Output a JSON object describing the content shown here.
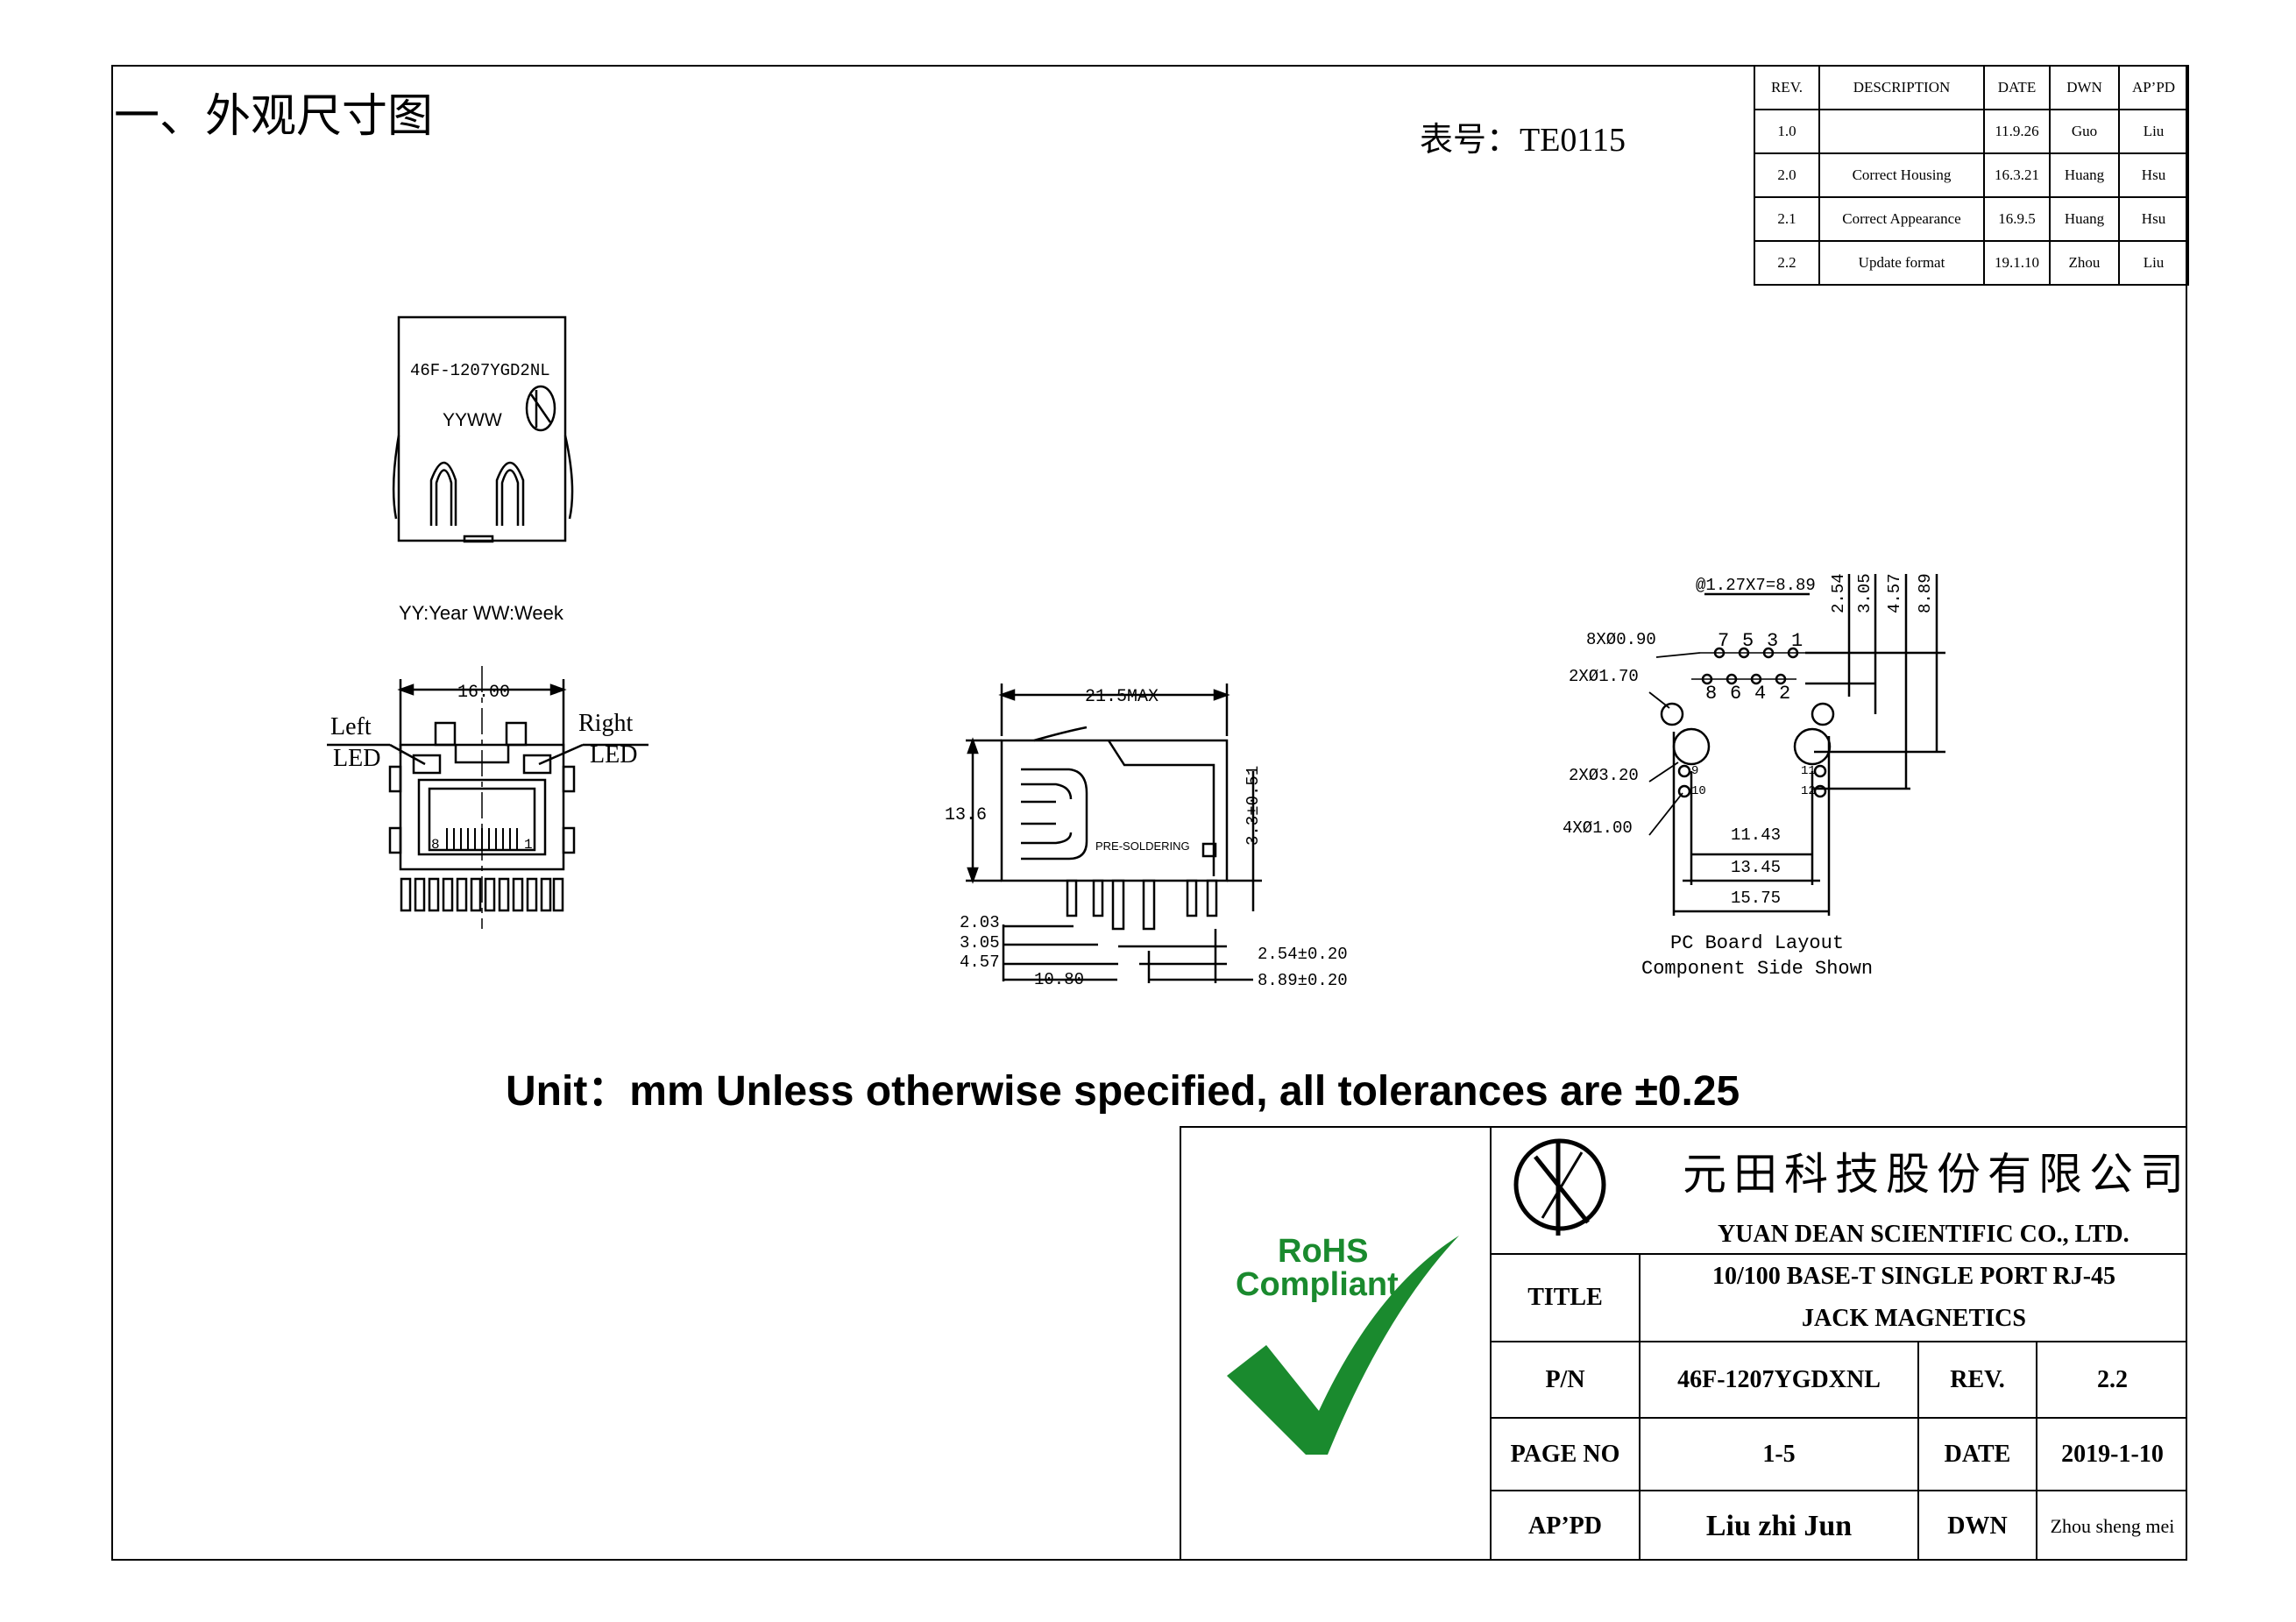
{
  "heading": "一、外观尺寸图",
  "form_no": "表号：TE0115",
  "revision_table": {
    "headers": [
      "REV.",
      "DESCRIPTION",
      "DATE",
      "DWN",
      "AP’PD"
    ],
    "rows": [
      [
        "1.0",
        "",
        "11.9.26",
        "Guo",
        "Liu"
      ],
      [
        "2.0",
        "Correct Housing",
        "16.3.21",
        "Huang",
        "Hsu"
      ],
      [
        "2.1",
        "Correct Appearance",
        "16.9.5",
        "Huang",
        "Hsu"
      ],
      [
        "2.2",
        "Update format",
        "19.1.10",
        "Zhou",
        "Liu"
      ]
    ]
  },
  "top_view": {
    "part_marking": "46F-1207YGD2NL",
    "date_code": "YYWW",
    "legend": "YY:Year WW:Week"
  },
  "front_view": {
    "width_dim": "16.00",
    "left_led": [
      "Left",
      "LED"
    ],
    "right_led": [
      "Right",
      "LED"
    ],
    "pin_first": "8",
    "pin_last": "1"
  },
  "side_view": {
    "length_dim": "21.5MAX",
    "height_dim": "13.6",
    "pcb_height_dim": "3.3±0.51",
    "note": "PRE-SOLDERING",
    "dims_left": [
      "2.03",
      "3.05",
      "4.57"
    ],
    "dim_bottom": "10.80",
    "dims_right": [
      "2.54±0.20",
      "8.89±0.20"
    ]
  },
  "pcb_layout": {
    "pitch_dim": "@1.27X7=8.89",
    "vertical_dims": [
      "2.54",
      "3.05",
      "4.57",
      "8.89"
    ],
    "holes": [
      "8XØ0.90",
      "2XØ1.70",
      "2XØ3.20",
      "4XØ1.00"
    ],
    "pin_top_row": [
      "7",
      "5",
      "3",
      "1"
    ],
    "pin_bottom_row": [
      "8",
      "6",
      "4",
      "2"
    ],
    "pin_extra": [
      "9",
      "10",
      "11",
      "12"
    ],
    "horizontal_dims": [
      "11.43",
      "13.45",
      "15.75"
    ],
    "caption": [
      "PC Board Layout",
      "Component Side Shown"
    ]
  },
  "unit_note": "Unit：mm Unless otherwise specified, all tolerances are ±0.25",
  "rohs": {
    "line1": "RoHS",
    "line2": "Compliant",
    "color": "#1a8a2e"
  },
  "title_block": {
    "company_cn": "元田科技股份有限公司",
    "company_en": "YUAN DEAN SCIENTIFIC CO., LTD.",
    "title_label": "TITLE",
    "title_value": [
      "10/100 BASE-T SINGLE PORT RJ-45",
      "JACK MAGNETICS"
    ],
    "pn_label": "P/N",
    "pn_value": "46F-1207YGDXNL",
    "rev_label": "REV.",
    "rev_value": "2.2",
    "page_label": "PAGE NO",
    "page_value": "1-5",
    "date_label": "DATE",
    "date_value": "2019-1-10",
    "appd_label": "AP’PD",
    "appd_value": "Liu zhi Jun",
    "dwn_label": "DWN",
    "dwn_value": "Zhou sheng mei"
  }
}
